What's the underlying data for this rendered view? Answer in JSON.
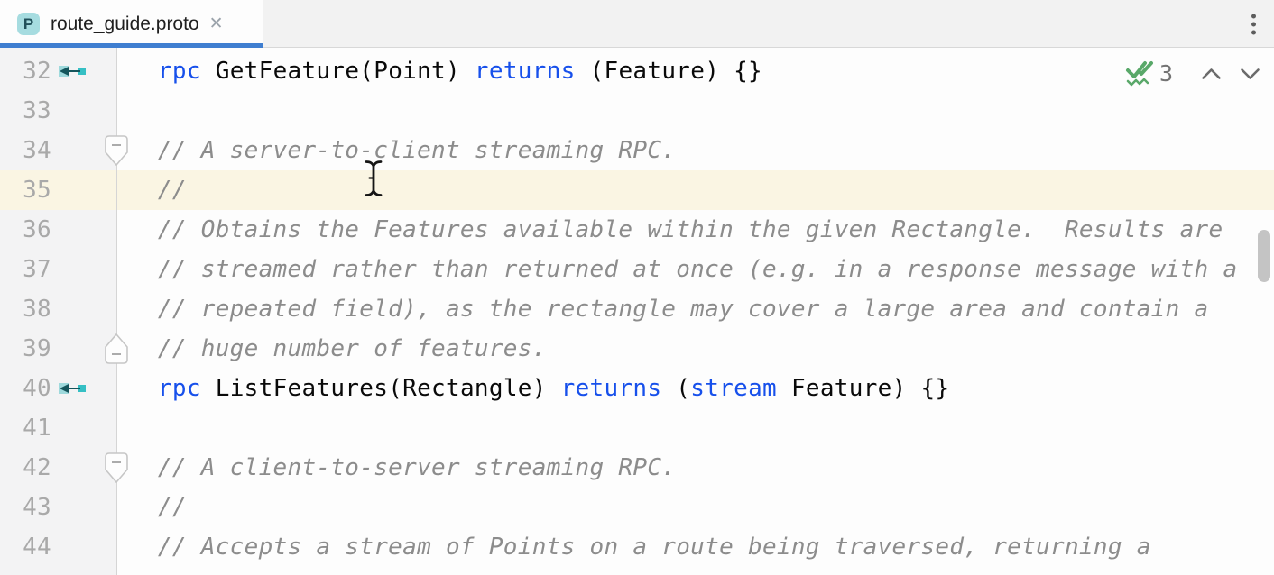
{
  "tab_bar": {
    "tabs": [
      {
        "title": "route_guide.proto",
        "active": true,
        "file_type_badge": "P",
        "close_glyph": "✕"
      }
    ],
    "overflow_menu_icon": "kebab-vertical ⋮"
  },
  "editor": {
    "caret_line": "35",
    "navigation_widget": {
      "check_icon": "double-checkmark-zigzag",
      "count": "3",
      "up_icon": "chevron-up",
      "down_icon": "chevron-down"
    },
    "lines": [
      {
        "num": "32",
        "icon": "rpc-marker",
        "segs": [
          {
            "s": "p",
            "t": "  "
          },
          {
            "s": "k",
            "t": "rpc"
          },
          {
            "s": "p",
            "t": " GetFeature(Point) "
          },
          {
            "s": "k",
            "t": "returns"
          },
          {
            "s": "p",
            "t": " (Feature) {}"
          }
        ]
      },
      {
        "num": "33",
        "segs": []
      },
      {
        "num": "34",
        "fold": "start",
        "segs": [
          {
            "s": "c",
            "t": "  // A server-to-client streaming RPC."
          }
        ]
      },
      {
        "num": "35",
        "segs": [
          {
            "s": "c",
            "t": "  //"
          }
        ]
      },
      {
        "num": "36",
        "segs": [
          {
            "s": "c",
            "t": "  // Obtains the Features available within the given Rectangle.  Results are"
          }
        ]
      },
      {
        "num": "37",
        "segs": [
          {
            "s": "c",
            "t": "  // streamed rather than returned at once (e.g. in a response message with a"
          }
        ]
      },
      {
        "num": "38",
        "segs": [
          {
            "s": "c",
            "t": "  // repeated field), as the rectangle may cover a large area and contain a"
          }
        ]
      },
      {
        "num": "39",
        "fold": "end",
        "segs": [
          {
            "s": "c",
            "t": "  // huge number of features."
          }
        ]
      },
      {
        "num": "40",
        "icon": "rpc-marker",
        "segs": [
          {
            "s": "p",
            "t": "  "
          },
          {
            "s": "k",
            "t": "rpc"
          },
          {
            "s": "p",
            "t": " ListFeatures(Rectangle) "
          },
          {
            "s": "k",
            "t": "returns"
          },
          {
            "s": "p",
            "t": " ("
          },
          {
            "s": "k",
            "t": "stream"
          },
          {
            "s": "p",
            "t": " Feature) {}"
          }
        ]
      },
      {
        "num": "41",
        "segs": []
      },
      {
        "num": "42",
        "fold": "start",
        "segs": [
          {
            "s": "c",
            "t": "  // A client-to-server streaming RPC."
          }
        ]
      },
      {
        "num": "43",
        "segs": [
          {
            "s": "c",
            "t": "  //"
          }
        ]
      },
      {
        "num": "44",
        "segs": [
          {
            "s": "c",
            "t": "  // Accepts a stream of Points on a route being traversed, returning a"
          }
        ]
      }
    ]
  },
  "colors": {
    "keyword": "#1750EB",
    "comment": "#8C8C8C",
    "plain_code": "#0A0A0A",
    "line_number": "#A9A9A9",
    "caret_row_bg": "#FAF5E3",
    "editor_bg": "#FDFDFD",
    "gutter_bg": "#F3F3F4",
    "tab_bar_bg": "#F2F2F2",
    "tab_underline": "#3F7ED0",
    "rpc_marker_teal": "#35BFC4",
    "check_green": "#59A869"
  }
}
